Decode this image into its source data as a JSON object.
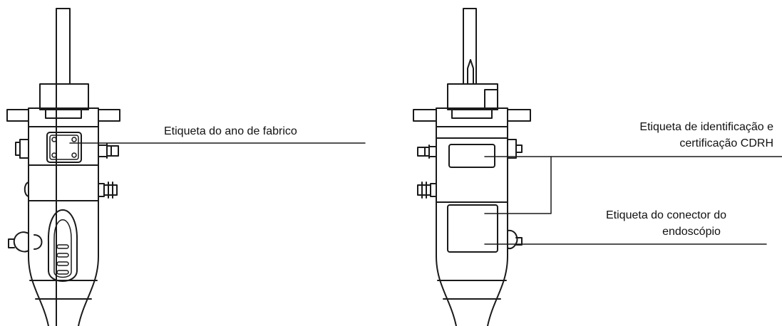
{
  "labels": {
    "year_of_manufacture": "Etiqueta do ano de fabrico",
    "id_cert_line1": "Etiqueta de identificação e",
    "id_cert_line2": "certificação CDRH",
    "connector_line1": "Etiqueta do conector do",
    "connector_line2": "endoscópio"
  },
  "colors": {
    "stroke": "#1a1a1a",
    "background": "#ffffff"
  }
}
